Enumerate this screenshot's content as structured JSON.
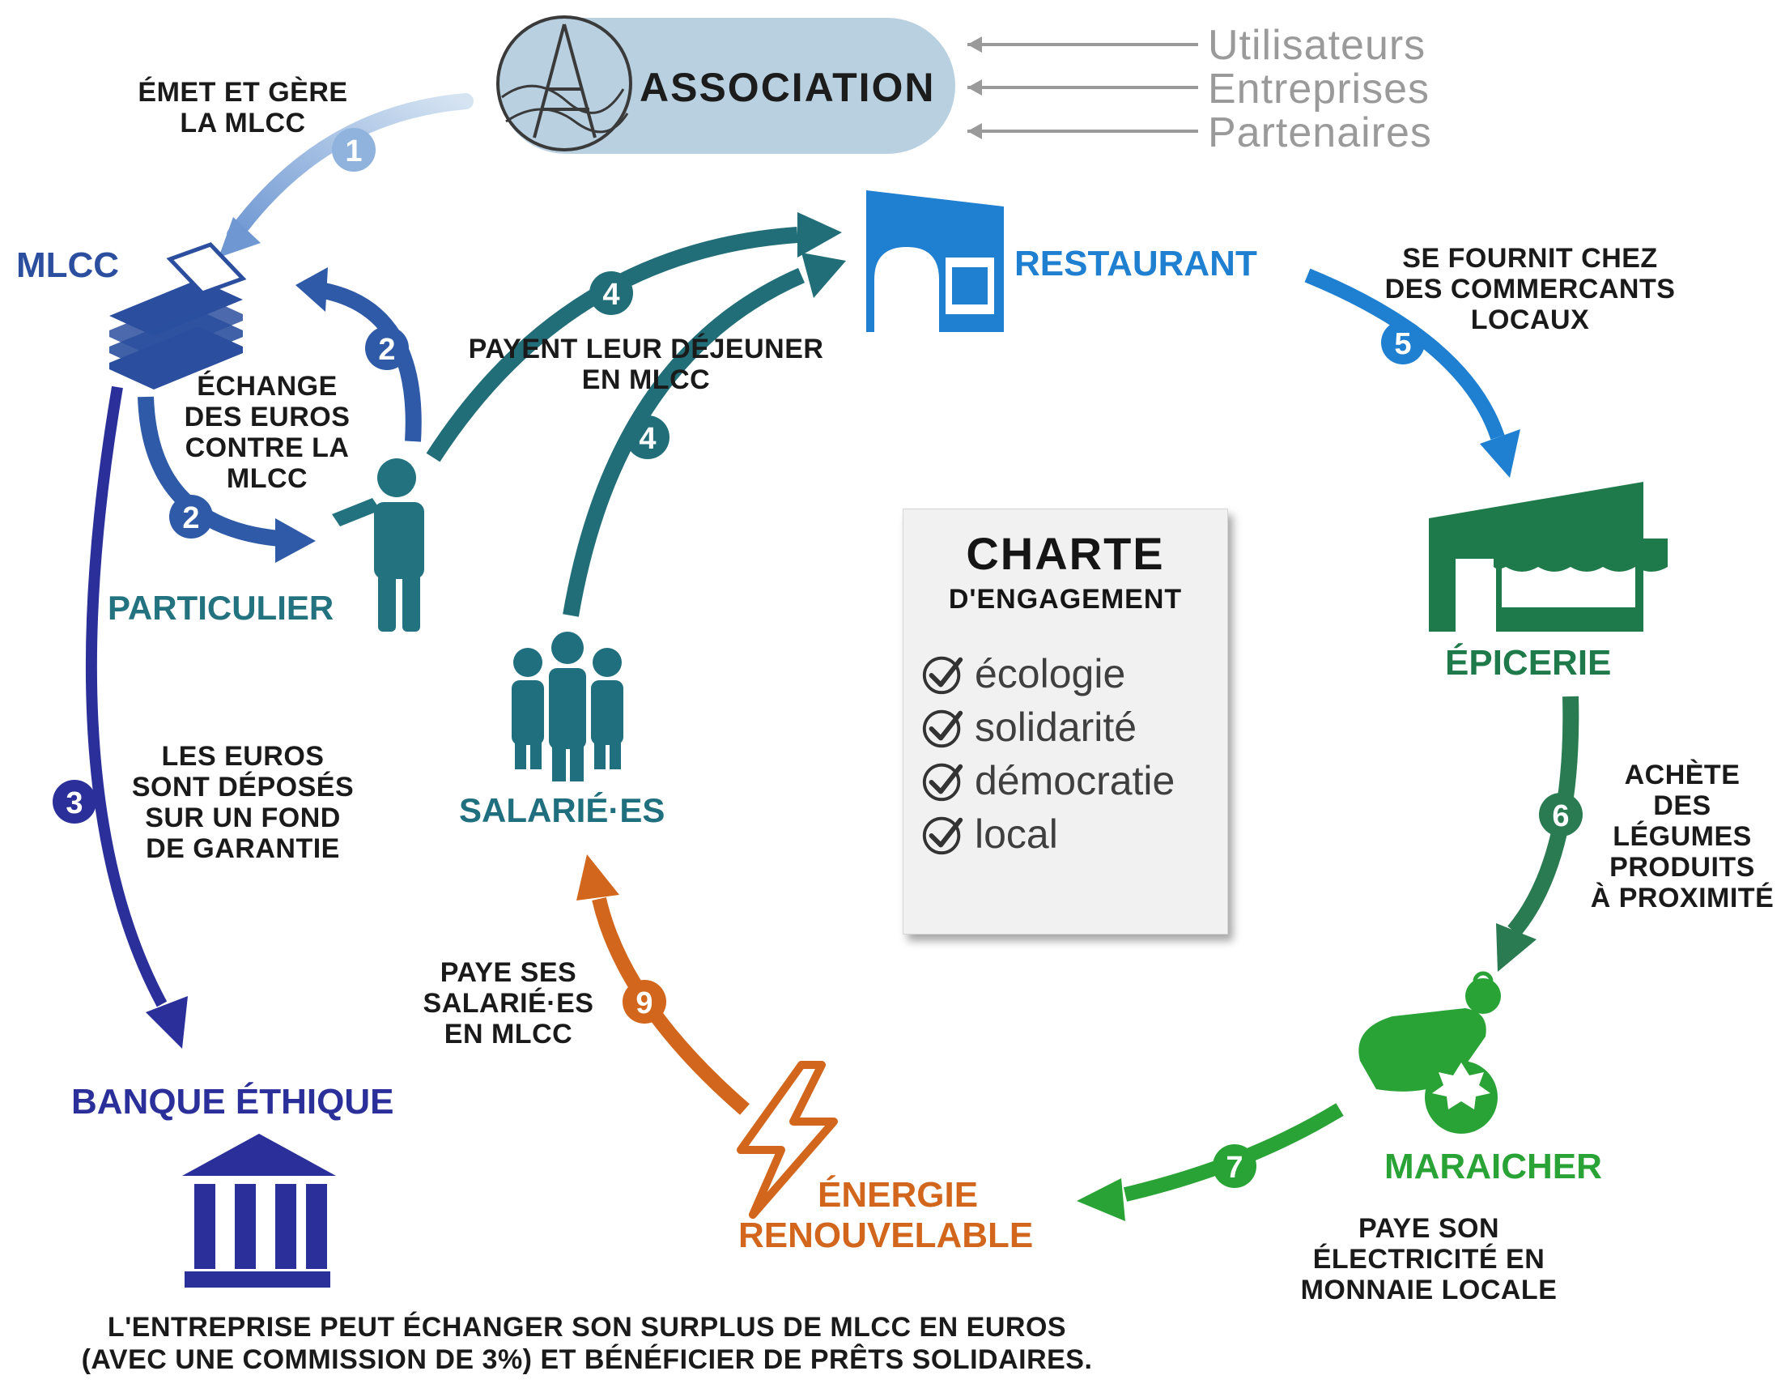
{
  "association": {
    "label": "ASSOCIATION"
  },
  "audiences": [
    "Utilisateurs",
    "Entreprises",
    "Partenaires"
  ],
  "nodes": {
    "mlcc": "MLCC",
    "particulier": "PARTICULIER",
    "restaurant": "RESTAURANT",
    "epicerie": "ÉPICERIE",
    "maraicher": "MARAICHER",
    "energie": [
      "ÉNERGIE",
      "RENOUVELABLE"
    ],
    "salaries": "SALARIÉ·ES",
    "banque": "BANQUE ÉTHIQUE"
  },
  "steps": {
    "s1": {
      "num": "1",
      "text": [
        "ÉMET ET GÈRE",
        "LA MLCC"
      ]
    },
    "s2": {
      "num": "2",
      "text": [
        "ÉCHANGE",
        "DES EUROS",
        "CONTRE LA",
        "MLCC"
      ]
    },
    "s3": {
      "num": "3",
      "text": [
        "LES EUROS",
        "SONT DÉPOSÉS",
        "SUR UN FOND",
        "DE GARANTIE"
      ]
    },
    "s4": {
      "num": "4",
      "text": [
        "PAYENT LEUR DÉJEUNER",
        "EN MLCC"
      ]
    },
    "s5": {
      "num": "5",
      "text": [
        "SE FOURNIT CHEZ",
        "DES COMMERCANTS",
        "LOCAUX"
      ]
    },
    "s6": {
      "num": "6",
      "text": [
        "ACHÈTE",
        "DES",
        "LÉGUMES",
        "PRODUITS",
        "À PROXIMITÉ"
      ]
    },
    "s7": {
      "num": "7",
      "text": [
        "PAYE SON",
        "ÉLECTRICITÉ EN",
        "MONNAIE LOCALE"
      ]
    },
    "s9": {
      "num": "9",
      "text": [
        "PAYE SES",
        "SALARIÉ·ES",
        "EN MLCC"
      ]
    }
  },
  "charte": {
    "title": "CHARTE",
    "subtitle": "D'ENGAGEMENT",
    "items": [
      "écologie",
      "solidarité",
      "démocratie",
      "local"
    ]
  },
  "footer": [
    "L'ENTREPRISE PEUT ÉCHANGER SON SURPLUS DE MLCC EN EUROS",
    "(AVEC UNE COMMISSION DE 3%) ET BÉNÉFICIER DE PRÊTS SOLIDAIRES."
  ],
  "colors": {
    "mlcc": "#2b4f9e",
    "particulier": "#237280",
    "restaurant": "#1f7fd0",
    "epicerie": "#1e7a4a",
    "maraicher": "#2aa336",
    "energie": "#d2661c",
    "salaries": "#1f6f7e",
    "banque": "#2a2f9a",
    "association_fill": "#b9d0e1",
    "step1": "#8fb3dc",
    "step2": "#2f5aa8",
    "step3": "#2a2f9a",
    "step4": "#226e78",
    "step5": "#1f7fd0",
    "step6": "#2a7a52",
    "step7": "#2aa336",
    "step9": "#d2661c"
  }
}
